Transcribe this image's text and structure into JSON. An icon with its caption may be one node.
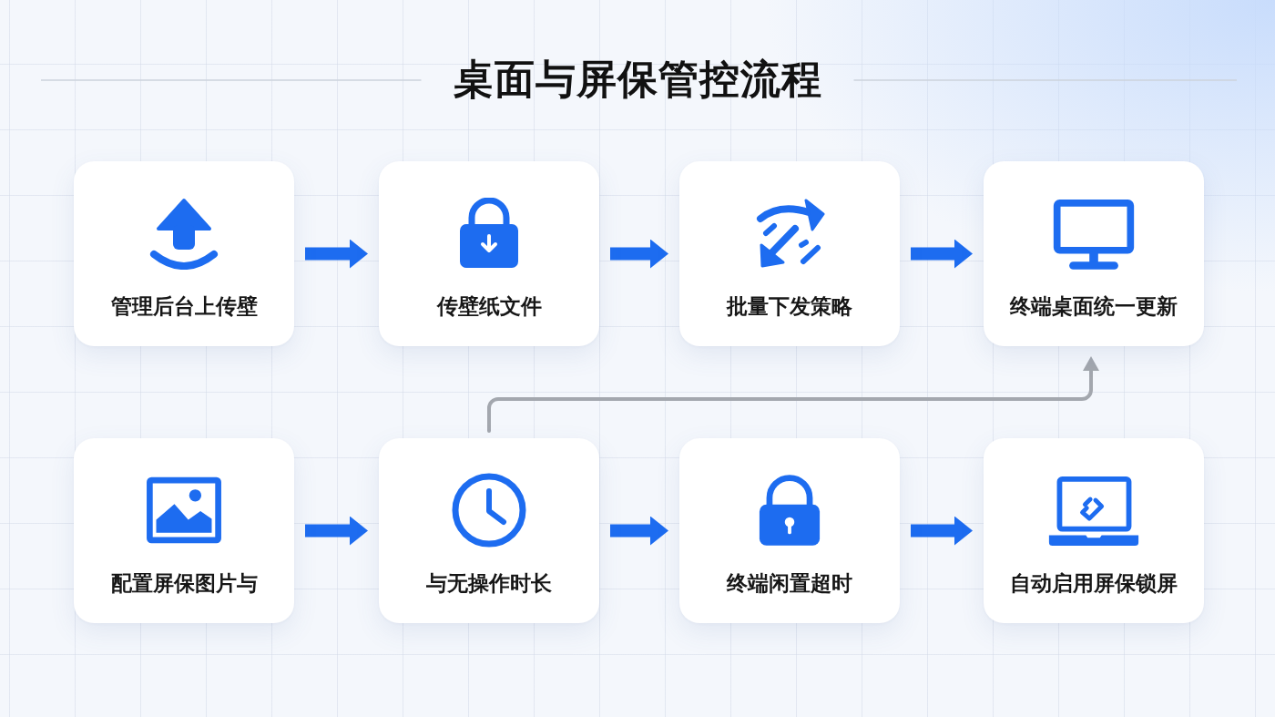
{
  "diagram": {
    "title": "桌面与屏保管控流程",
    "nodes": [
      {
        "text": [
          "管理后台上传壁"
        ]
      },
      {
        "text": [
          "传壁纸文件"
        ]
      },
      {
        "text": [
          "批量下发策略"
        ]
      },
      {
        "text": [
          "终端桌面统一更新"
        ]
      },
      {
        "text": [
          "配置屏保图片与"
        ]
      },
      {
        "text": [
          "与无操作时长"
        ]
      },
      {
        "text": [
          "终端闲置超时"
        ]
      },
      {
        "text": [
          "自动启用屏保锁屏"
        ]
      }
    ],
    "edges": [
      {
        "from": 0,
        "to": 1,
        "arrow": "to"
      },
      {
        "from": 1,
        "to": 2,
        "arrow": "to"
      },
      {
        "from": 2,
        "to": 3,
        "arrow": "to"
      },
      {
        "from": 4,
        "to": 5,
        "arrow": "to"
      },
      {
        "from": 5,
        "to": 6,
        "arrow": "to"
      },
      {
        "from": 6,
        "to": 7,
        "arrow": "to"
      },
      {
        "from": 5,
        "to": 3,
        "arrow": "to",
        "color": "#a3a7ae"
      }
    ]
  }
}
